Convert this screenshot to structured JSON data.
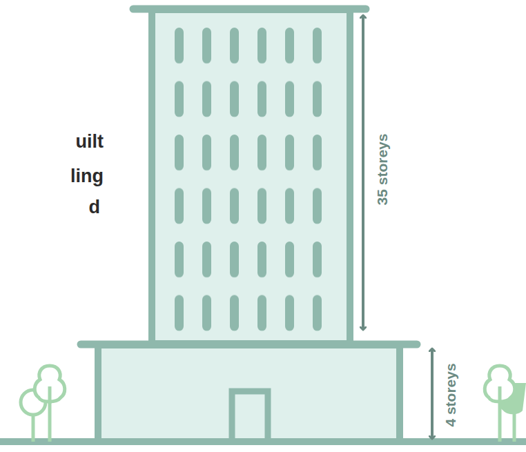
{
  "diagram": {
    "labels": [
      "uilt",
      "ling",
      "d",
      "35 storeys",
      "4 storeys"
    ]
  }
}
